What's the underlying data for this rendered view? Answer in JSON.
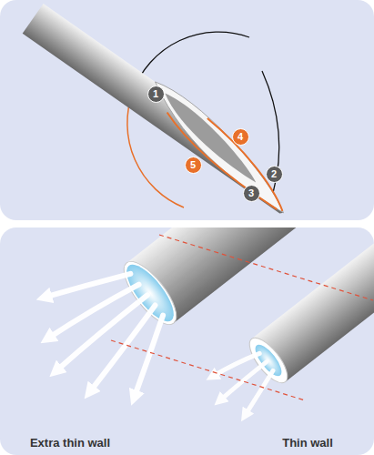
{
  "diagram": {
    "labels": [
      "1",
      "2",
      "3",
      "4",
      "5",
      "Extra thin wall",
      "Thin wall"
    ]
  }
}
